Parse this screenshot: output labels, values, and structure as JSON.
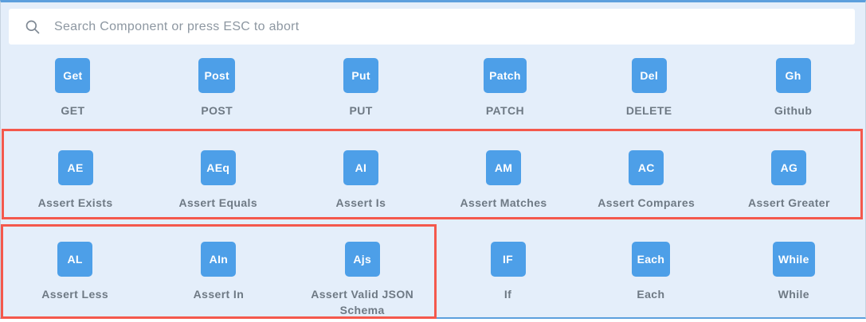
{
  "searchbar": {
    "placeholder": "Search Component or press ESC to abort",
    "icon": "search-icon"
  },
  "colors": {
    "panel_background": "#e4eefa",
    "button_blue": "#4d9fe8",
    "highlight_red": "#f4584c",
    "top_bottom_border_blue": "#5c9fdd",
    "label_gray": "#6e7984"
  },
  "rows": [
    {
      "highlighted": false,
      "items": [
        {
          "abbr": "Get",
          "label": "GET"
        },
        {
          "abbr": "Post",
          "label": "POST"
        },
        {
          "abbr": "Put",
          "label": "PUT"
        },
        {
          "abbr": "Patch",
          "label": "PATCH"
        },
        {
          "abbr": "Del",
          "label": "DELETE"
        },
        {
          "abbr": "Gh",
          "label": "Github"
        }
      ]
    },
    {
      "highlighted": true,
      "items": [
        {
          "abbr": "AE",
          "label": "Assert Exists"
        },
        {
          "abbr": "AEq",
          "label": "Assert Equals"
        },
        {
          "abbr": "AI",
          "label": "Assert Is"
        },
        {
          "abbr": "AM",
          "label": "Assert Matches"
        },
        {
          "abbr": "AC",
          "label": "Assert Compares"
        },
        {
          "abbr": "AG",
          "label": "Assert Greater"
        }
      ]
    },
    {
      "highlighted": "first-three",
      "items": [
        {
          "abbr": "AL",
          "label": "Assert Less"
        },
        {
          "abbr": "AIn",
          "label": "Assert In"
        },
        {
          "abbr": "Ajs",
          "label": "Assert Valid JSON Schema"
        },
        {
          "abbr": "IF",
          "label": "If"
        },
        {
          "abbr": "Each",
          "label": "Each"
        },
        {
          "abbr": "While",
          "label": "While"
        }
      ]
    }
  ]
}
